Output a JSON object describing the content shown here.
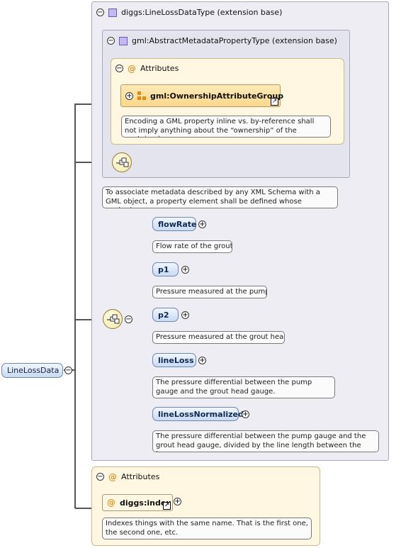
{
  "root_element": {
    "label": "LineLossData"
  },
  "outer_type": {
    "label": "diggs:LineLossDataType (extension base)"
  },
  "inner_type": {
    "label": "gml:AbstractMetadataPropertyType (extension base)"
  },
  "inner_attributes": {
    "label": "Attributes",
    "group": {
      "label": "gml:OwnershipAttributeGroup",
      "annotation": "Encoding a GML property inline vs. by-reference shall not imply anything about the “ownership” of the contained or..."
    }
  },
  "metadata_annotation": "To associate metadata described by any XML Schema with a GML object, a property element shall be defined whose content...",
  "sequence_elements": [
    {
      "label": "flowRate",
      "annotation": "Flow rate of the grout"
    },
    {
      "label": "p1",
      "annotation": "Pressure measured at the pump"
    },
    {
      "label": "p2",
      "annotation": "Pressure measured at the grout head"
    },
    {
      "label": "lineLoss",
      "annotation": "The pressure differential between the pump gauge and the grout head gauge."
    },
    {
      "label": "lineLossNormalized",
      "annotation": "The pressure differential between the pump gauge and the grout head gauge, divided by the line length between the two..."
    }
  ],
  "outer_attributes": {
    "label": "Attributes",
    "attribute": {
      "label": "diggs:index",
      "annotation": "Indexes things with the same name. That is the first one, the second one, etc."
    }
  },
  "glyphs": {
    "minus": "−",
    "plus": "+",
    "at": "@",
    "ref_arrow": "↗"
  },
  "colors": {
    "element_fill": "#c9daf2",
    "attribute_fill": "#fff7e2",
    "extension_fill": "#ededf3",
    "type_icon": "#c6b9ef",
    "compositor_fill": "#f6e7a5"
  }
}
